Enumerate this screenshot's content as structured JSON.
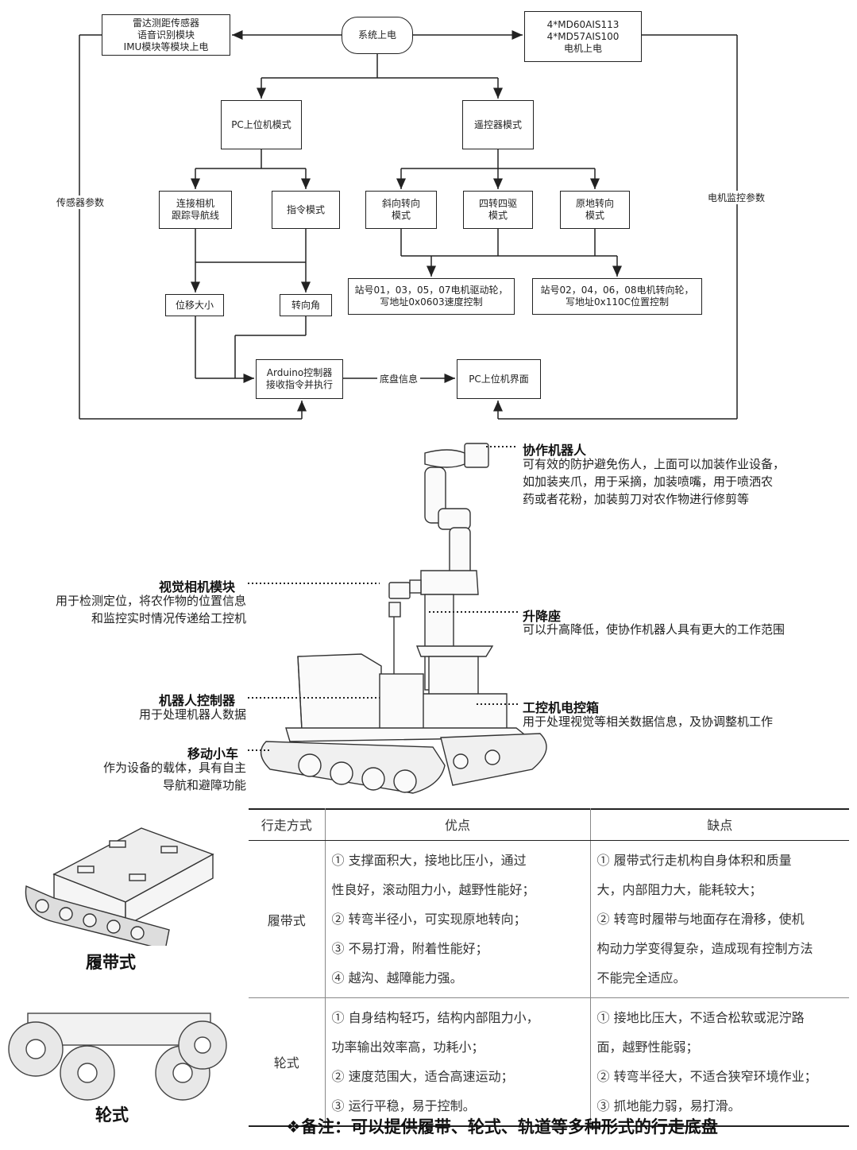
{
  "flowchart": {
    "nodes": {
      "power_on": "系统上电",
      "sensors_power": "雷达测距传感器\n语音识别模块\nIMU模块等模块上电",
      "motors_power": "4*MD60AIS113\n4*MD57AIS100\n电机上电",
      "pc_mode": "PC上位机模式",
      "remote_mode": "遥控器模式",
      "camera_nav": "连接相机\n跟踪导航线",
      "command_mode": "指令模式",
      "oblique_steer": "斜向转向\n模式",
      "four_steer": "四转四驱\n模式",
      "spot_turn": "原地转向\n模式",
      "station_drive": "站号01，03，05，07电机驱动轮，\n写地址0x0603速度控制",
      "station_steer": "站号02，04，06，08电机转向轮，\n写地址0x110C位置控制",
      "displacement": "位移大小",
      "steer_angle": "转向角",
      "arduino": "Arduino控制器\n接收指令并执行",
      "pc_ui": "PC上位机界面"
    },
    "edge_labels": {
      "sensor_params": "传感器参数",
      "motor_monitor": "电机监控参数",
      "chassis_info": "底盘信息"
    }
  },
  "robot": {
    "callouts": [
      {
        "title": "协作机器人",
        "desc": "可有效的防护避免伤人，上面可以加装作业设备，\n如加装夹爪，用于采摘，加装喷嘴，用于喷洒农\n药或者花粉，加装剪刀对农作物进行修剪等"
      },
      {
        "title": "视觉相机模块",
        "desc": "用于检测定位，将农作物的位置信息\n和监控实时情况传递给工控机"
      },
      {
        "title": "升降座",
        "desc": "可以升高降低，使协作机器人具有更大的工作范围"
      },
      {
        "title": "机器人控制器",
        "desc": "用于处理机器人数据"
      },
      {
        "title": "工控机电控箱",
        "desc": "用于处理视觉等相关数据信息，及协调整机工作"
      },
      {
        "title": "移动小车",
        "desc": "作为设备的载体，具有自主\n导航和避障功能"
      }
    ]
  },
  "comparison": {
    "headers": [
      "行走方式",
      "优点",
      "缺点"
    ],
    "rows": [
      {
        "type": "履带式",
        "pros": "① 支撑面积大，接地比压小，通过\n性良好，滚动阻力小，越野性能好；\n② 转弯半径小，可实现原地转向；\n③ 不易打滑，附着性能好；\n④ 越沟、越障能力强。",
        "cons": "① 履带式行走机构自身体积和质量\n大，内部阻力大，能耗较大；\n② 转弯时履带与地面存在滑移，使机\n构动力学变得复杂，造成现有控制方法\n不能完全适应。"
      },
      {
        "type": "轮式",
        "pros": "① 自身结构轻巧，结构内部阻力小，\n功率输出效率高，功耗小；\n② 速度范围大，适合高速运动；\n③ 运行平稳，易于控制。",
        "cons": "① 接地比压大，不适合松软或泥泞路\n面，越野性能弱；\n② 转弯半径大，不适合狭窄环境作业；\n③ 抓地能力弱，易打滑。"
      }
    ],
    "captions": {
      "tracked": "履带式",
      "wheeled": "轮式"
    }
  },
  "note": "❖备注：可以提供履带、轮式、轨道等多种形式的行走底盘"
}
